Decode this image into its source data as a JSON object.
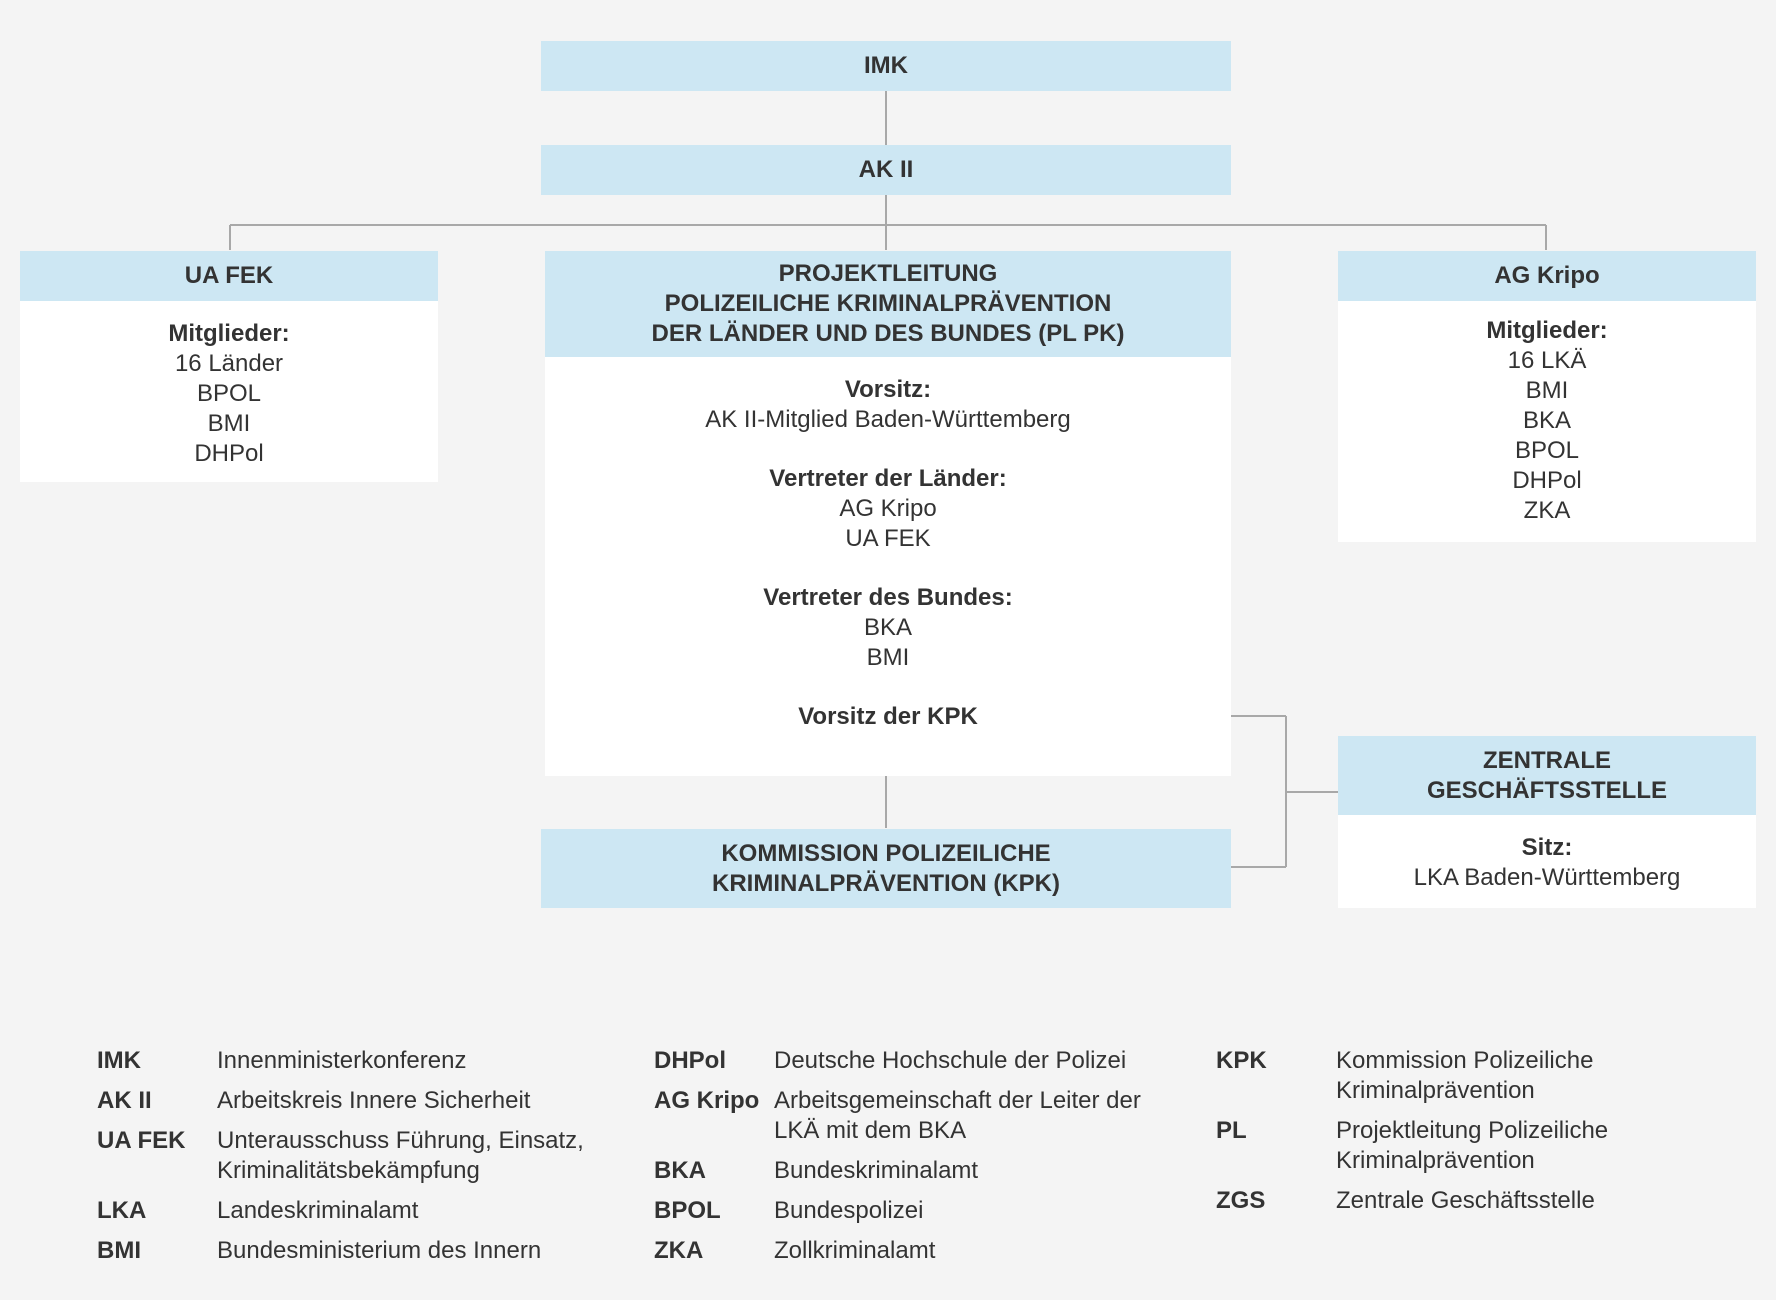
{
  "org": {
    "imk": "IMK",
    "ak2": "AK II",
    "ua_fek": {
      "title": "UA FEK",
      "members_label": "Mitglieder:",
      "members": [
        "16 Länder",
        "BPOL",
        "BMI",
        "DHPol"
      ]
    },
    "pl_pk": {
      "title_lines": [
        "PROJEKTLEITUNG",
        "POLIZEILICHE KRIMINALPRÄVENTION",
        "DER LÄNDER UND DES BUNDES (PL PK)"
      ],
      "sections": [
        {
          "label": "Vorsitz:",
          "items": [
            "AK II-Mitglied Baden-Württemberg"
          ]
        },
        {
          "label": "Vertreter der Länder:",
          "items": [
            "AG Kripo",
            "UA FEK"
          ]
        },
        {
          "label": "Vertreter des Bundes:",
          "items": [
            "BKA",
            "BMI"
          ]
        },
        {
          "label": "Vorsitz der KPK",
          "items": []
        }
      ]
    },
    "ag_kripo": {
      "title": "AG Kripo",
      "members_label": "Mitglieder:",
      "members": [
        "16 LKÄ",
        "BMI",
        "BKA",
        "BPOL",
        "DHPol",
        "ZKA"
      ]
    },
    "kpk": {
      "title_lines": [
        "KOMMISSION POLIZEILICHE",
        "KRIMINALPRÄVENTION (KPK)"
      ]
    },
    "zgs": {
      "title_lines": [
        "ZENTRALE",
        "GESCHÄFTSSTELLE"
      ],
      "seat_label": "Sitz:",
      "seat": "LKA Baden-Württemberg"
    }
  },
  "legend": {
    "columns": [
      [
        {
          "abbr": "IMK",
          "lines": [
            "Innenministerkonferenz"
          ]
        },
        {
          "abbr": "AK II",
          "lines": [
            "Arbeitskreis Innere Sicherheit"
          ]
        },
        {
          "abbr": "UA FEK",
          "lines": [
            "Unterausschuss Führung, Einsatz,",
            "Kriminalitätsbekämpfung"
          ]
        },
        {
          "abbr": "LKA",
          "lines": [
            "Landeskriminalamt"
          ]
        },
        {
          "abbr": "BMI",
          "lines": [
            "Bundesministerium des Innern"
          ]
        }
      ],
      [
        {
          "abbr": "DHPol",
          "lines": [
            "Deutsche Hochschule der Polizei"
          ]
        },
        {
          "abbr": "AG Kripo",
          "lines": [
            "Arbeitsgemeinschaft der Leiter der",
            "LKÄ mit dem BKA"
          ]
        },
        {
          "abbr": "BKA",
          "lines": [
            "Bundeskriminalamt"
          ]
        },
        {
          "abbr": "BPOL",
          "lines": [
            "Bundespolizei"
          ]
        },
        {
          "abbr": "ZKA",
          "lines": [
            "Zollkriminalamt"
          ]
        }
      ],
      [
        {
          "abbr": "KPK",
          "lines": [
            "Kommission Polizeiliche",
            "Kriminalprävention"
          ]
        },
        {
          "abbr": "PL",
          "lines": [
            "Projektleitung Polizeiliche",
            "Kriminalprävention"
          ]
        },
        {
          "abbr": "ZGS",
          "lines": [
            "Zentrale Geschäftsstelle"
          ]
        }
      ]
    ]
  }
}
